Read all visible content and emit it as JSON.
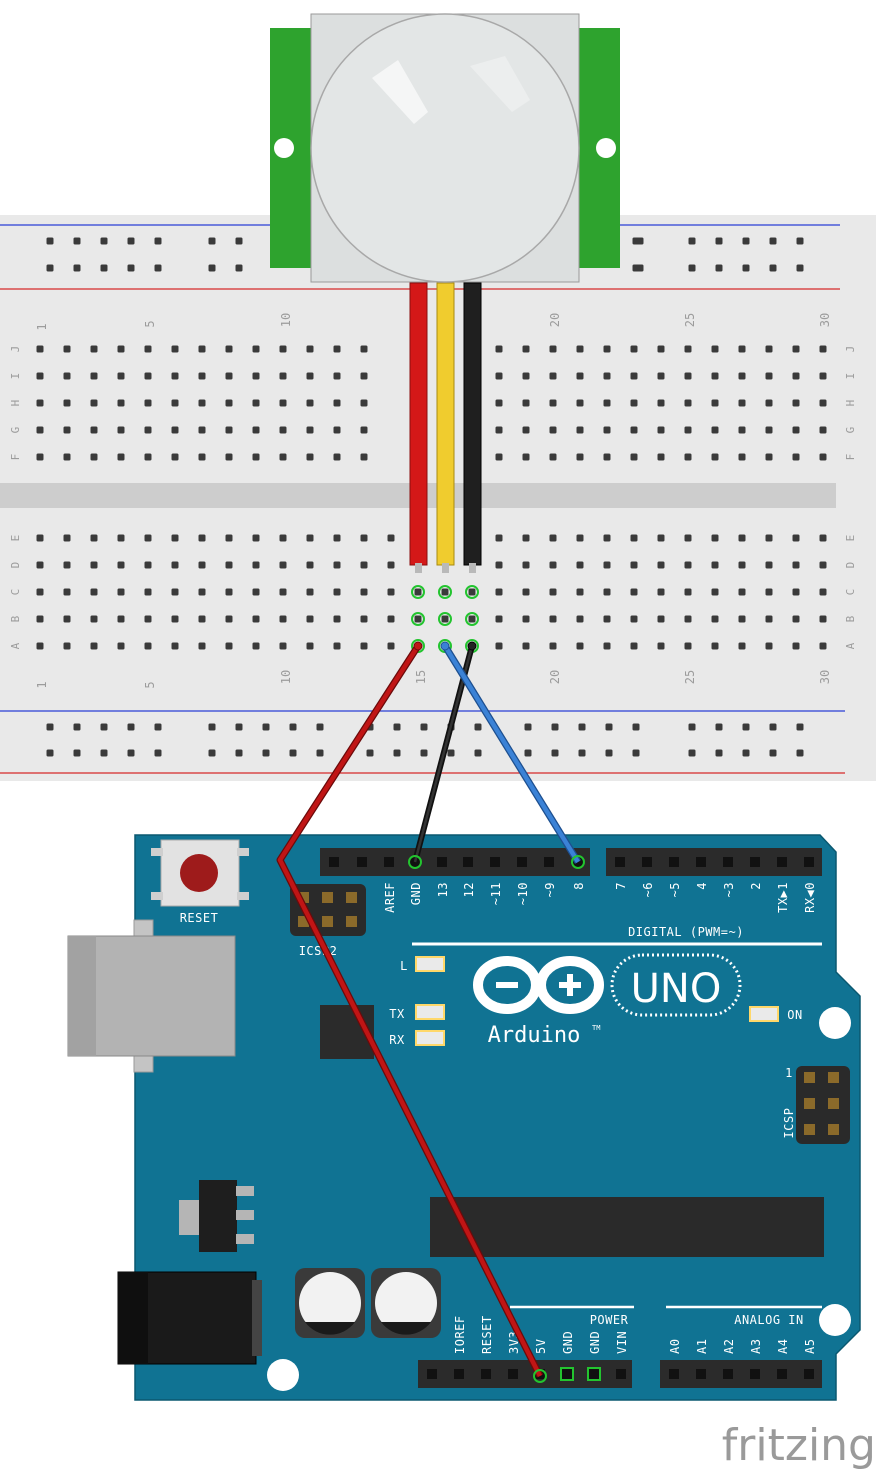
{
  "breadboard": {
    "top_numbers": [
      "1",
      "5",
      "10",
      "20",
      "25",
      "30"
    ],
    "bottom_numbers": [
      "1",
      "5",
      "10",
      "15",
      "20",
      "25",
      "30"
    ],
    "row_letters_top": [
      "J",
      "I",
      "H",
      "G",
      "F"
    ],
    "row_letters_bottom": [
      "E",
      "D",
      "C",
      "B",
      "A"
    ],
    "colors": {
      "body": "#e8e8e8",
      "hole": "#3a3a3a",
      "rail_blue": "#2a3fd6",
      "rail_red": "#d62a2a",
      "highlight": "#23c42f"
    }
  },
  "pir_sensor": {
    "colors": {
      "board": "#2ea32e",
      "dome": "#e3e6e6"
    }
  },
  "wires": {
    "colors": {
      "red": "#d41818",
      "yellow": "#f0cc2e",
      "black": "#1a1a1a",
      "blue": "#3b82d6",
      "jumper_red": "#c01515"
    }
  },
  "arduino": {
    "board_color": "#107393",
    "reset_label": "RESET",
    "icsp2_label": "ICSP2",
    "icsp_label": "ICSP",
    "icsp_pin1": "1",
    "digital_label": "DIGITAL (PWM=~)",
    "digital_pins_left": [
      "AREF",
      "GND",
      "13",
      "12",
      "~11",
      "~10",
      "~9",
      "8"
    ],
    "digital_pins_right": [
      "7",
      "~6",
      "~5",
      "4",
      "~3",
      "2",
      "TX▶1",
      "RX◀0"
    ],
    "led_l": "L",
    "led_tx": "TX",
    "led_rx": "RX",
    "led_on": "ON",
    "brand": "Arduino",
    "tm": "TM",
    "model": "UNO",
    "power_label": "POWER",
    "analog_label": "ANALOG IN",
    "power_pins": [
      "IOREF",
      "RESET",
      "3V3",
      "5V",
      "GND",
      "GND",
      "VIN"
    ],
    "analog_pins": [
      "A0",
      "A1",
      "A2",
      "A3",
      "A4",
      "A5"
    ]
  },
  "watermark": "fritzing"
}
